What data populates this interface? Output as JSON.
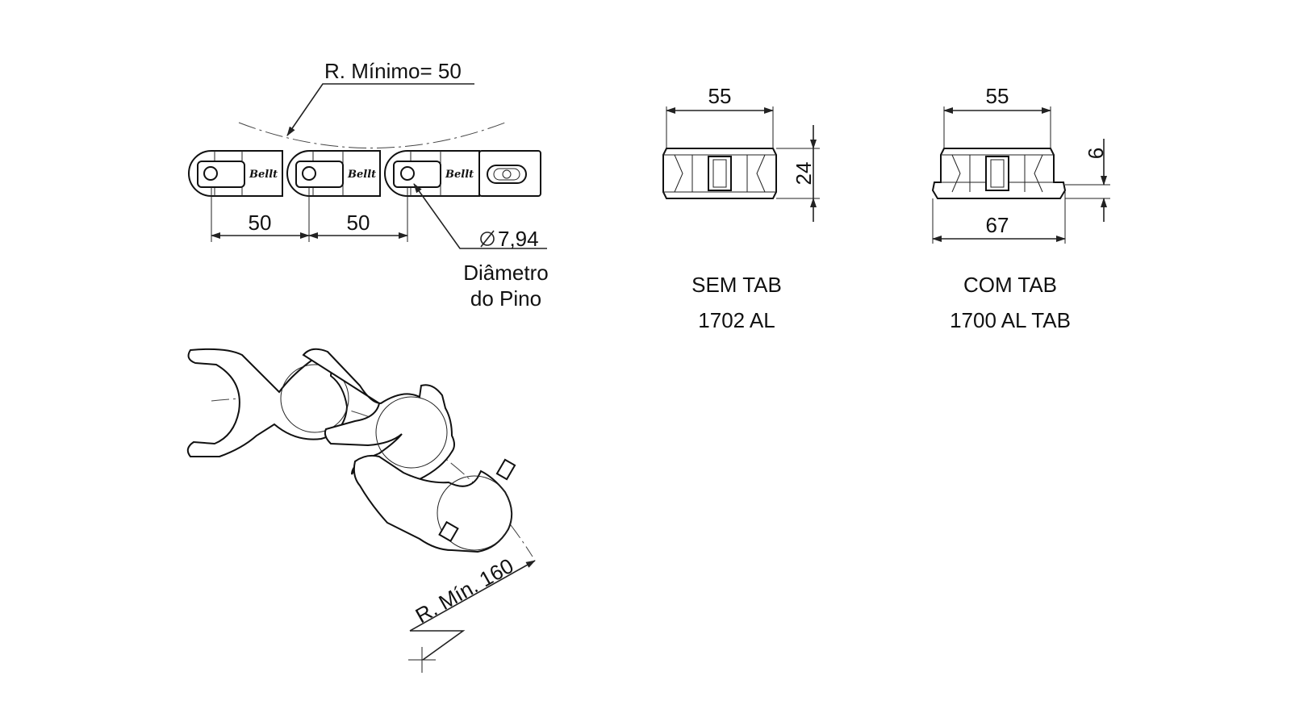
{
  "top_view": {
    "min_radius_label": "R. Mínimo= 50",
    "pitch_1": "50",
    "pitch_2": "50",
    "brand": "Bellt",
    "pin_diameter": "7,94",
    "pin_caption_line1": "Diâmetro",
    "pin_caption_line2": "do Pino"
  },
  "side_view_no_tab": {
    "width": "55",
    "height": "24",
    "title": "SEM TAB",
    "model": "1702 AL"
  },
  "side_view_tab": {
    "width": "55",
    "total_width": "67",
    "tab_height": "6",
    "title": "COM TAB",
    "model": "1700 AL TAB"
  },
  "flex_view": {
    "min_radius_label": "R. Mín. 160"
  }
}
